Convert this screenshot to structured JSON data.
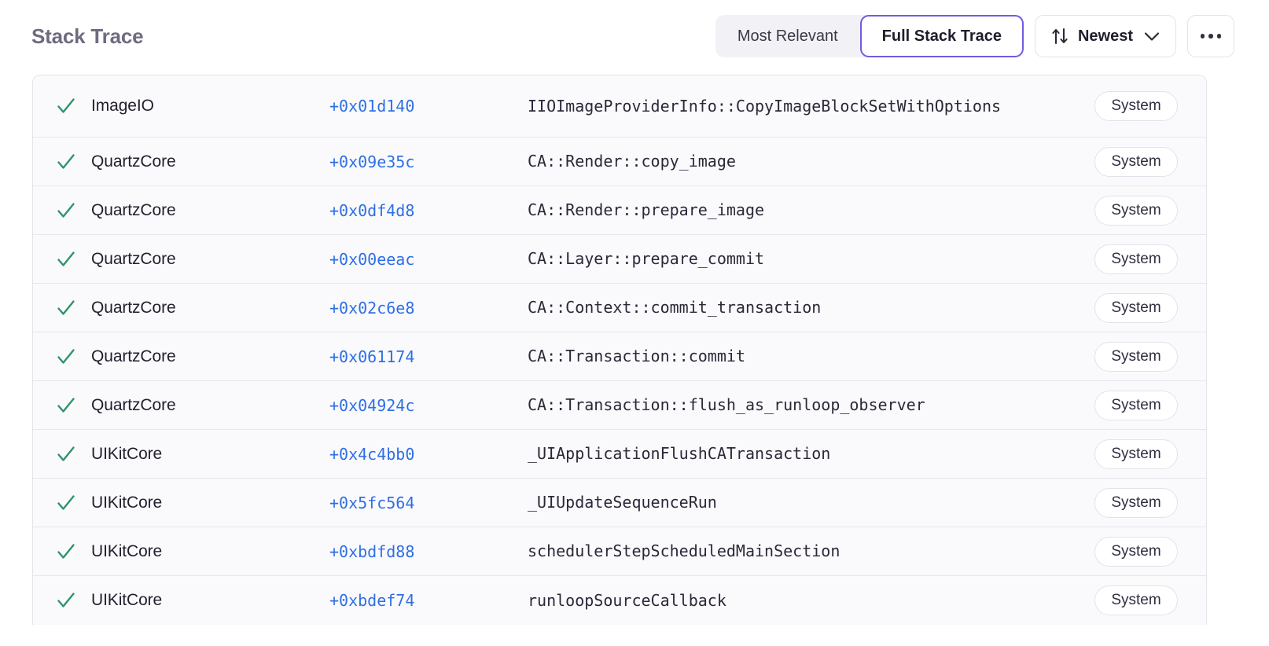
{
  "panel": {
    "title": "Stack Trace"
  },
  "toolbar": {
    "segmented": {
      "options": [
        {
          "label": "Most Relevant",
          "active": false
        },
        {
          "label": "Full Stack Trace",
          "active": true
        }
      ]
    },
    "sort": {
      "label": "Newest",
      "icon": "sort-updown-icon",
      "chevron": "chevron-down-icon"
    },
    "overflow": {
      "icon": "ellipsis-horizontal-icon",
      "label": "..."
    }
  },
  "colors": {
    "accent_purple": "#6f5ce0",
    "address_blue": "#2f6fe4",
    "check_green": "#2f9468",
    "title_gray": "#6e6b80",
    "row_bg": "#fafafc",
    "row_border": "#e7e6ed",
    "segment_bg": "#f2f2f6"
  },
  "frames": {
    "status_icon": "check-icon",
    "rows": [
      {
        "module": "ImageIO",
        "address": "+0x01d140",
        "symbol": "IIOImageProviderInfo::CopyImageBlockSetWithOptions",
        "badge": "System"
      },
      {
        "module": "QuartzCore",
        "address": "+0x09e35c",
        "symbol": "CA::Render::copy_image",
        "badge": "System"
      },
      {
        "module": "QuartzCore",
        "address": "+0x0df4d8",
        "symbol": "CA::Render::prepare_image",
        "badge": "System"
      },
      {
        "module": "QuartzCore",
        "address": "+0x00eeac",
        "symbol": "CA::Layer::prepare_commit",
        "badge": "System"
      },
      {
        "module": "QuartzCore",
        "address": "+0x02c6e8",
        "symbol": "CA::Context::commit_transaction",
        "badge": "System"
      },
      {
        "module": "QuartzCore",
        "address": "+0x061174",
        "symbol": "CA::Transaction::commit",
        "badge": "System"
      },
      {
        "module": "QuartzCore",
        "address": "+0x04924c",
        "symbol": "CA::Transaction::flush_as_runloop_observer",
        "badge": "System"
      },
      {
        "module": "UIKitCore",
        "address": "+0x4c4bb0",
        "symbol": "_UIApplicationFlushCATransaction",
        "badge": "System"
      },
      {
        "module": "UIKitCore",
        "address": "+0x5fc564",
        "symbol": "_UIUpdateSequenceRun",
        "badge": "System"
      },
      {
        "module": "UIKitCore",
        "address": "+0xbdfd88",
        "symbol": "schedulerStepScheduledMainSection",
        "badge": "System"
      },
      {
        "module": "UIKitCore",
        "address": "+0xbdef74",
        "symbol": "runloopSourceCallback",
        "badge": "System"
      }
    ]
  }
}
